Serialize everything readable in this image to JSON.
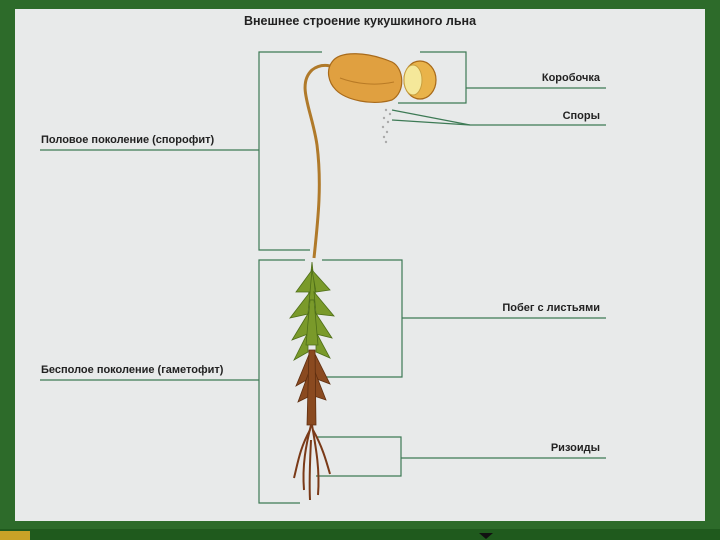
{
  "title": "Внешнее строение кукушкиного льна",
  "labels": {
    "capsule": "Коробочка",
    "spores": "Споры",
    "sporophyte": "Половое поколение (спорофит)",
    "shoot": "Побег с листьями",
    "gametophyte": "Бесполое поколение (гаметофит)",
    "rhizoids": "Ризоиды"
  },
  "colors": {
    "frame": "#2d6b2a",
    "panel": "#e8eaea",
    "lines": "#3d7a55",
    "capsule": "#e0a040",
    "leaves": "#7a9a2a",
    "stem": "#8a4a20"
  }
}
